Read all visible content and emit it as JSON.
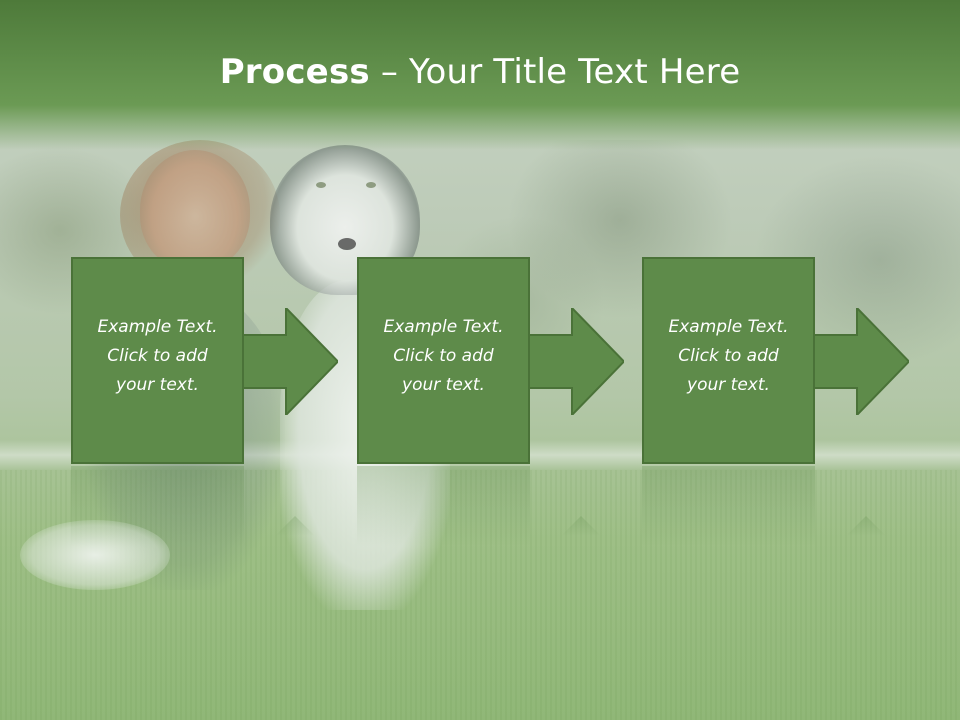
{
  "slide": {
    "title_bold": "Process",
    "title_rest": " – Your Title Text Here"
  },
  "steps": [
    {
      "text": "Example Text. Click  to add your text."
    },
    {
      "text": "Example Text. Click  to add your text."
    },
    {
      "text": "Example Text. Click  to add your text."
    }
  ],
  "colors": {
    "header": "#5c8a47",
    "box_fill": "#5e8b4a",
    "box_border": "#4a7238",
    "text": "#ffffff"
  },
  "icons": [
    "right-arrow-icon"
  ]
}
